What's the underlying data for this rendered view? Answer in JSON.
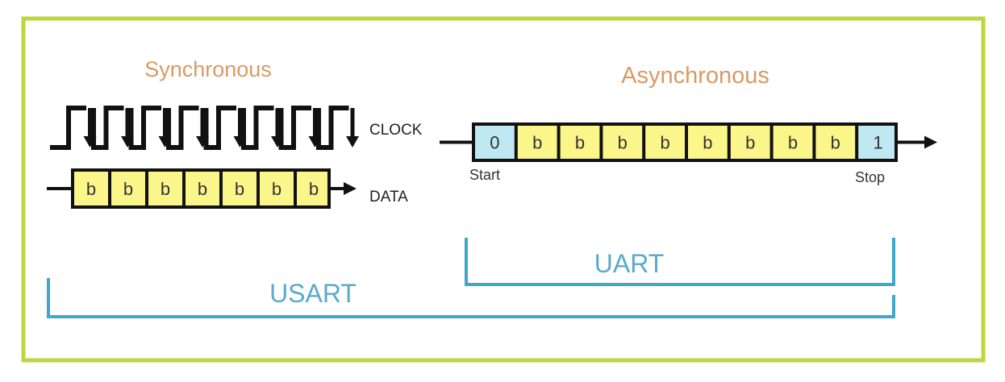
{
  "sync": {
    "title": "Synchronous",
    "clock_label": "CLOCK",
    "data_label": "DATA",
    "clock_pulses": 8,
    "bits": [
      "b",
      "b",
      "b",
      "b",
      "b",
      "b",
      "b"
    ]
  },
  "async": {
    "title": "Asynchronous",
    "bits": [
      "0",
      "b",
      "b",
      "b",
      "b",
      "b",
      "b",
      "b",
      "b",
      "1"
    ],
    "start_label": "Start",
    "stop_label": "Stop"
  },
  "brackets": {
    "uart": "UART",
    "usart": "USART"
  },
  "colors": {
    "frame": "#b8d83c",
    "title": "#d99a63",
    "bit_fill": "#fbf68a",
    "start_stop_fill": "#bfe8f2",
    "bracket": "#3ea8cc",
    "bracket_text": "#5aaacb"
  }
}
